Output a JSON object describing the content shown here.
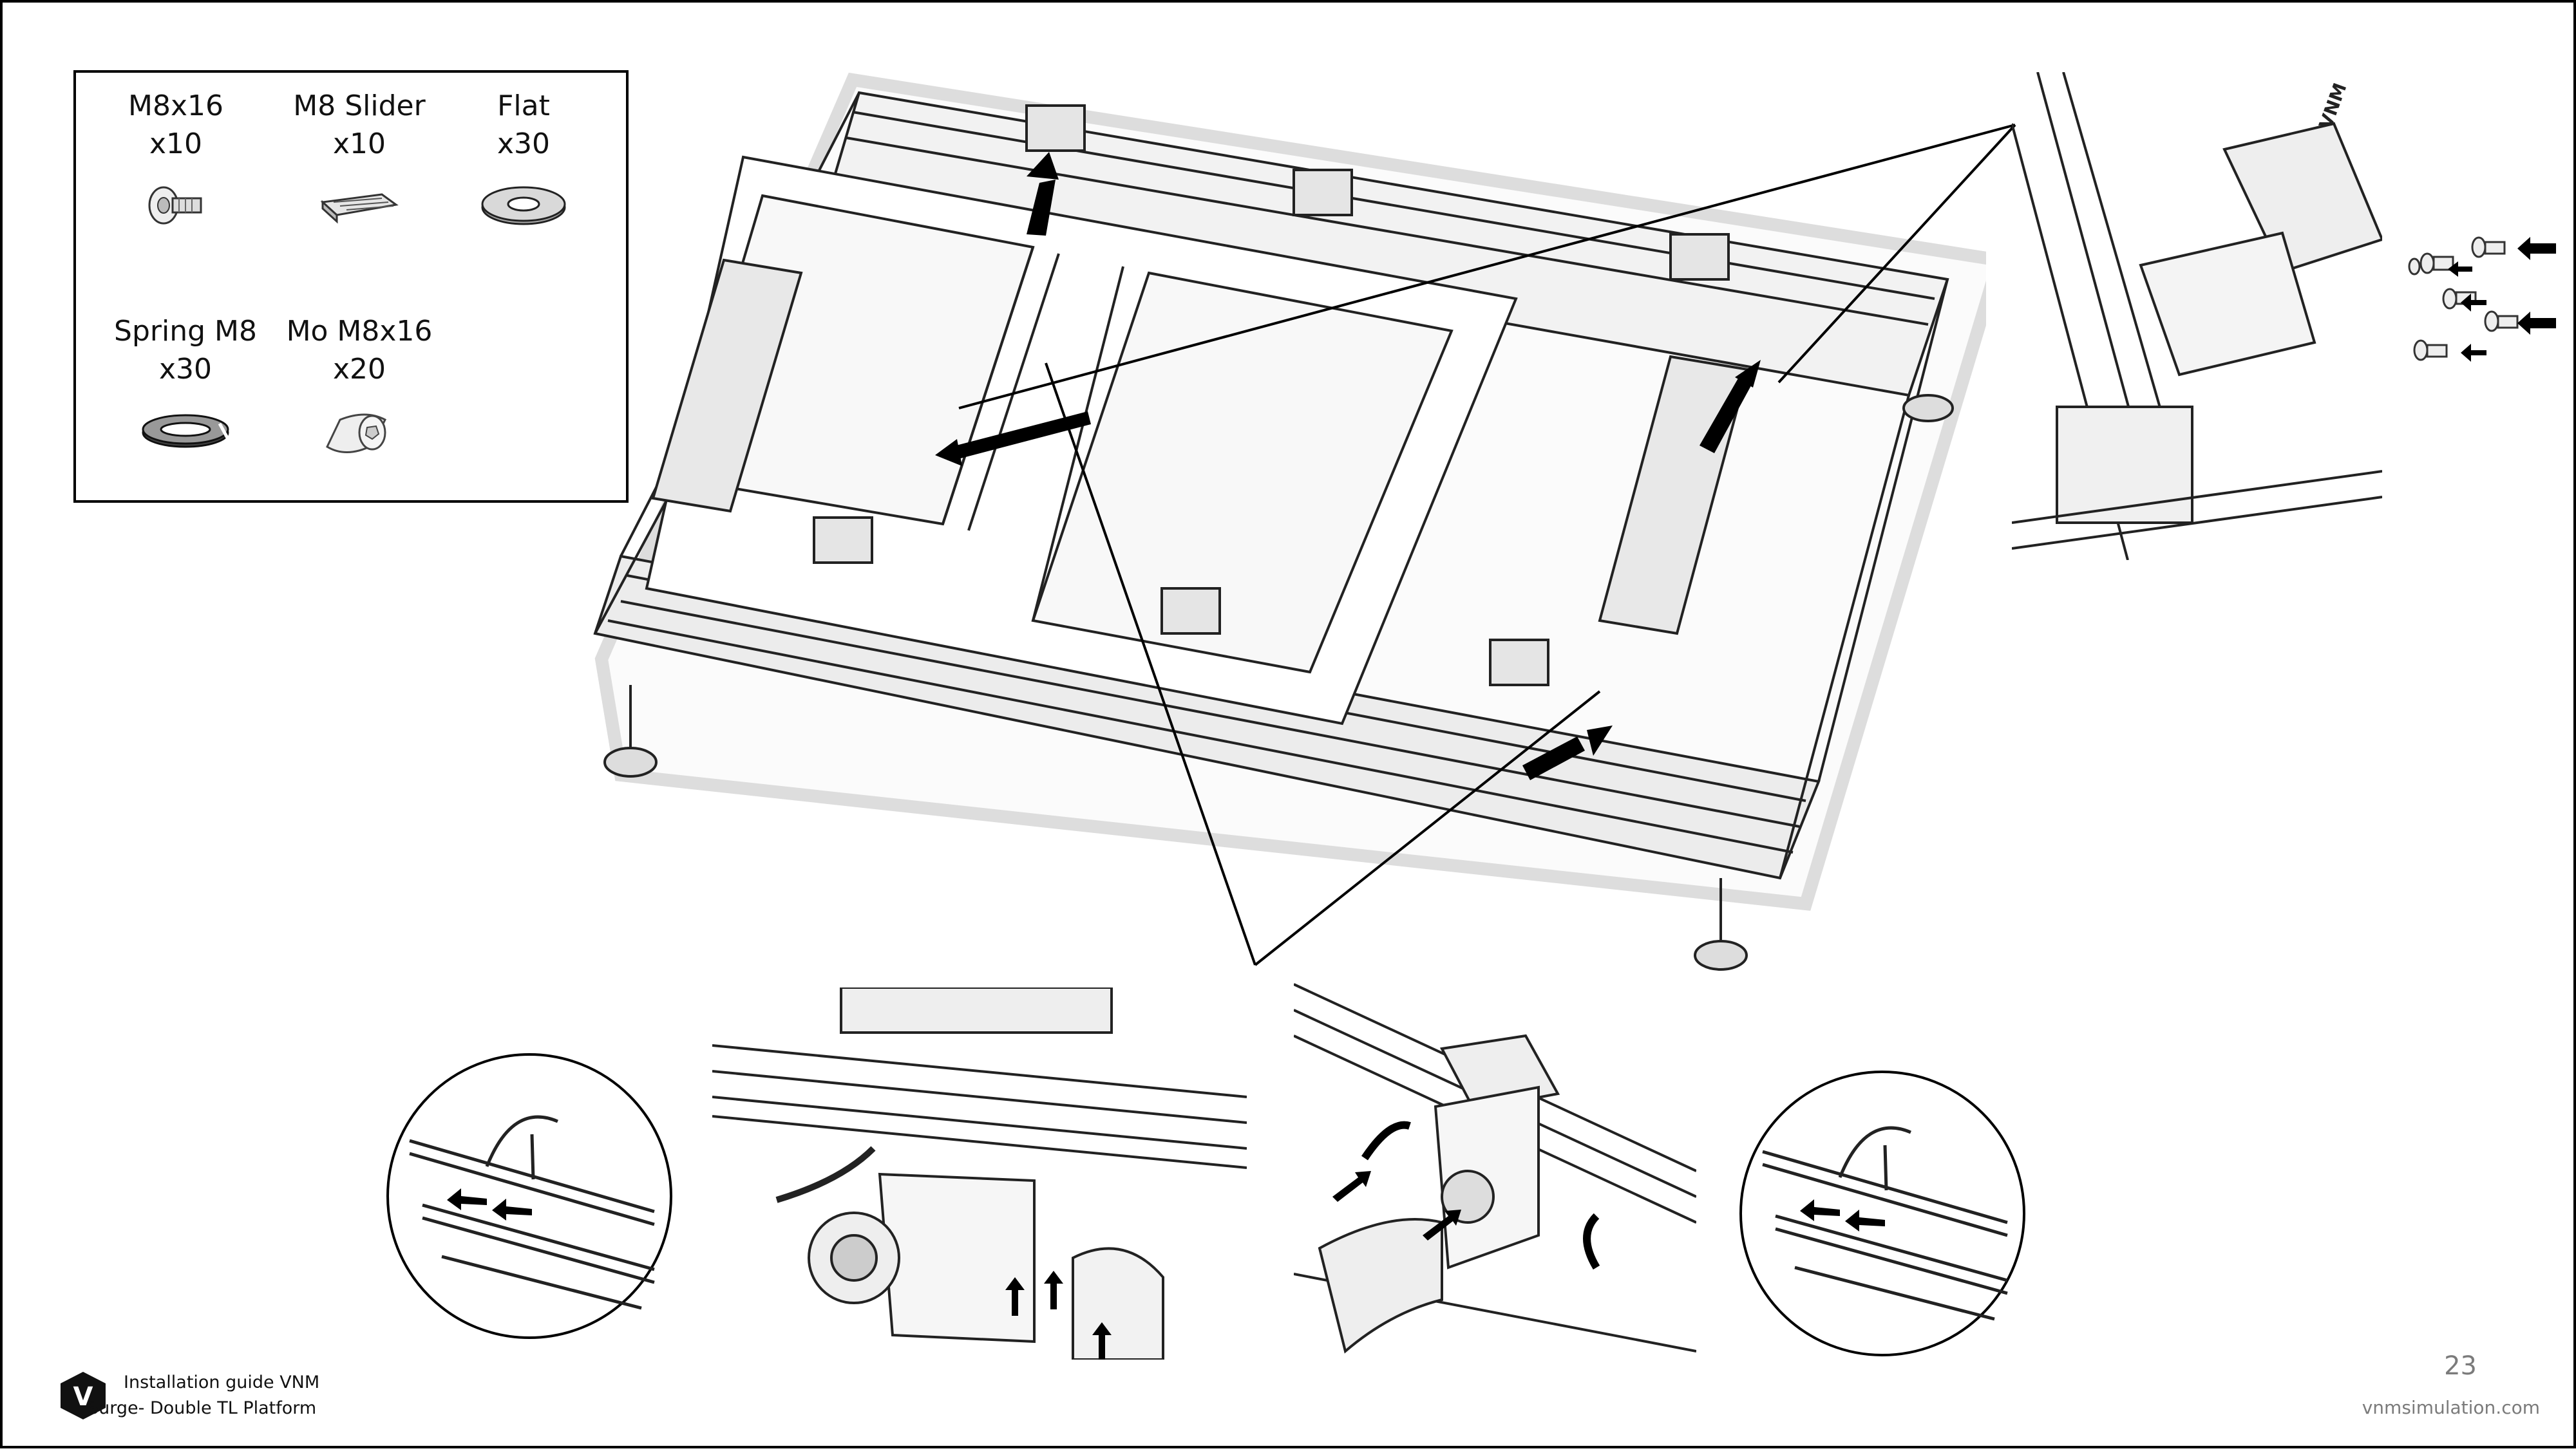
{
  "parts": [
    {
      "name": "M8x16",
      "qty": "x10",
      "icon": "bolt-icon"
    },
    {
      "name": "M8 Slider",
      "qty": "x10",
      "icon": "slider-nut-icon"
    },
    {
      "name": "Flat",
      "qty": "x30",
      "icon": "flat-washer-icon"
    },
    {
      "name": "Spring M8",
      "qty": "x30",
      "icon": "spring-washer-icon"
    },
    {
      "name": "Mo M8x16",
      "qty": "x20",
      "icon": "button-bolt-icon"
    }
  ],
  "footer": {
    "line1": "Installation guide VNM",
    "line2": "Surge- Double TL Platform",
    "logo_letter": "V",
    "website": "vnmsimulation.com"
  },
  "page_number": "23",
  "colors": {
    "ink": "#111111",
    "muted": "#7b7b7b",
    "arrow": "#000000",
    "background": "#ffffff"
  }
}
